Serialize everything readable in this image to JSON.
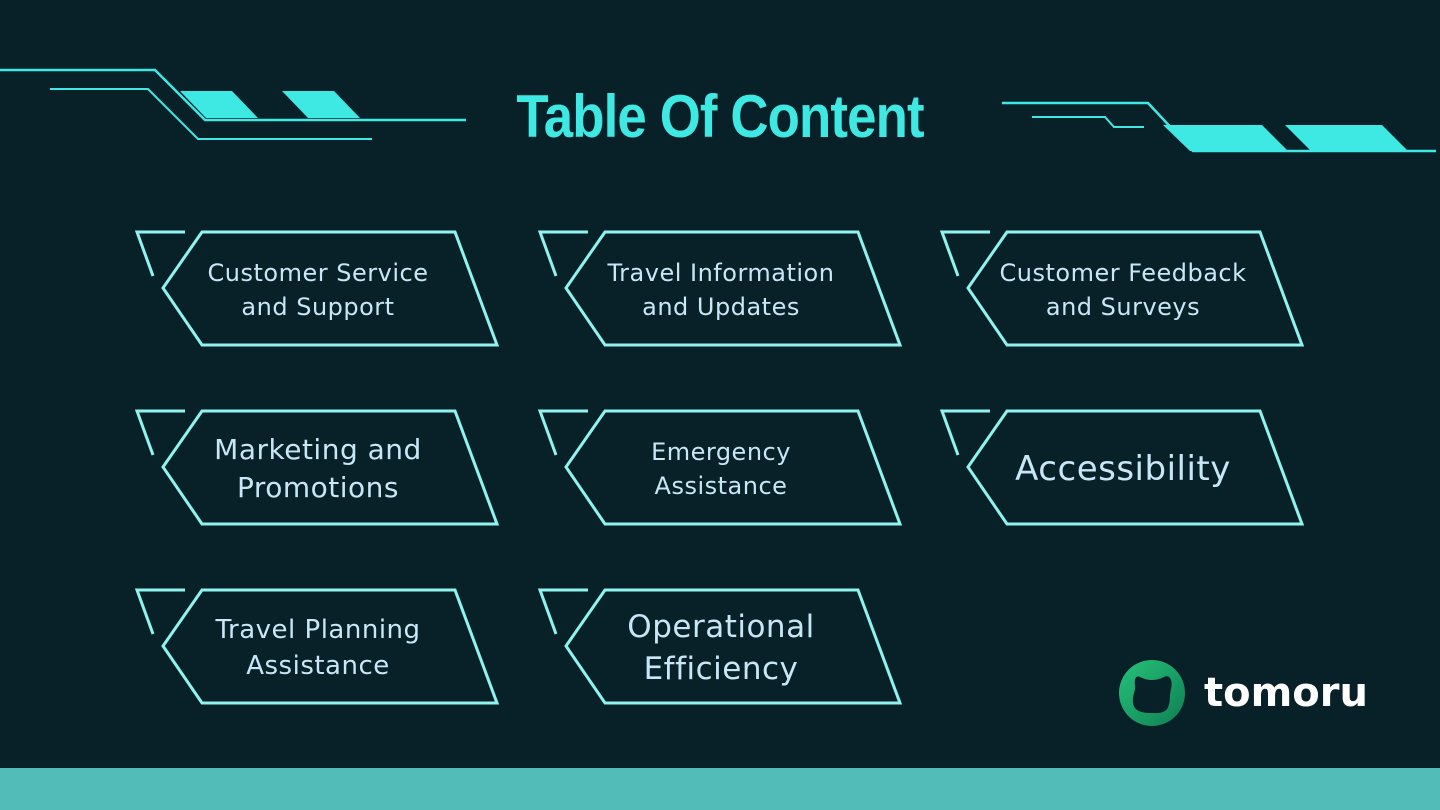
{
  "slide": {
    "title": "Table Of Content",
    "items": [
      "Customer Service\nand Support",
      "Travel Information\nand Updates",
      "Customer Feedback\nand Surveys",
      "Marketing and\nPromotions",
      "Emergency\nAssistance",
      "Accessibility",
      "Travel Planning\nAssistance",
      "Operational\nEfficiency"
    ],
    "brand": {
      "name": "tomoru"
    }
  },
  "colors": {
    "background": "#082129",
    "accent": "#3EE8E3",
    "card_outline": "#8FF3EF",
    "card_text": "#C9E6F7",
    "bottom_bar": "#52BDB8",
    "logo_green": "#1DA568"
  }
}
